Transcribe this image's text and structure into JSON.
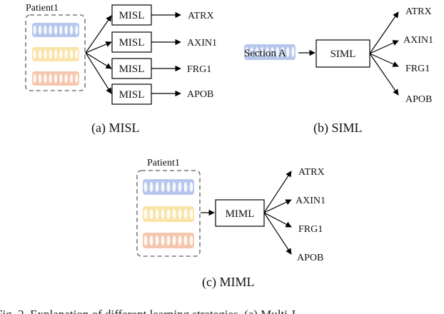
{
  "panel_a": {
    "patient": "Patient1",
    "models": [
      "MISL",
      "MISL",
      "MISL",
      "MISL"
    ],
    "genes": [
      "ATRX",
      "AXIN1",
      "FRG1",
      "APOB"
    ],
    "caption": "(a)  MISL"
  },
  "panel_b": {
    "section": "Section A",
    "model": "SIML",
    "genes": [
      "ATRX",
      "AXIN1",
      "FRG1",
      "APOB"
    ],
    "caption": "(b)  SIML"
  },
  "panel_c": {
    "patient": "Patient1",
    "model": "MIML",
    "genes": [
      "ATRX",
      "AXIN1",
      "FRG1",
      "APOB"
    ],
    "caption": "(c)  MIML"
  },
  "footer_text": "Fig. 2.    Explanation of different learning strategies. (a) Multi-I",
  "colors": {
    "blue_strip": "#9fb3e6",
    "yellow_strip": "#f7d98c",
    "orange_strip": "#f2b393",
    "dash": "#7a7a7a"
  }
}
